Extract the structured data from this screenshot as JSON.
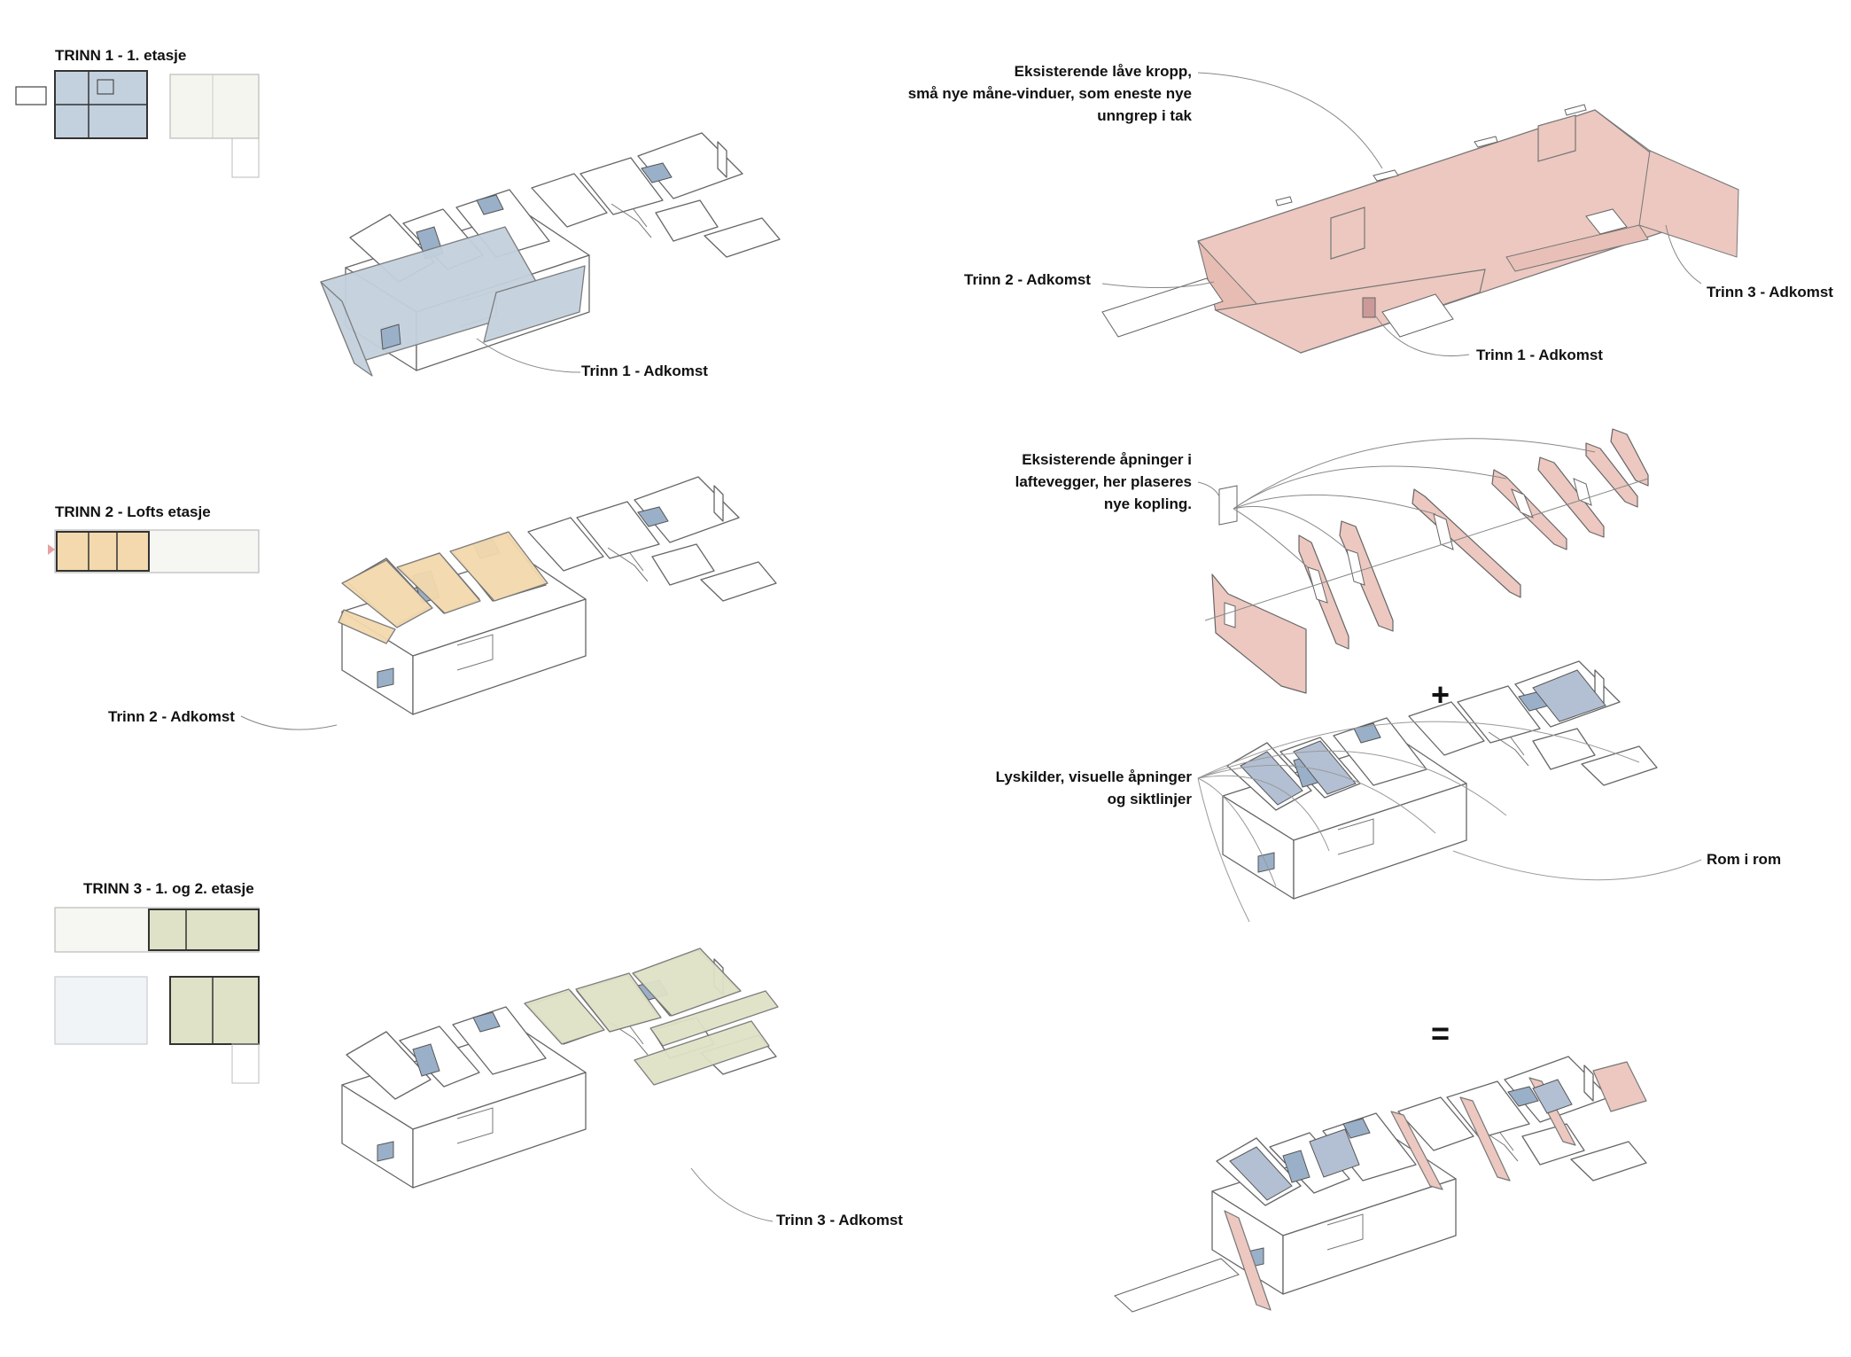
{
  "colors": {
    "stage1": "#c3d1de",
    "stage2": "#f3d9ad",
    "stage3": "#dfe2c6",
    "existing": "#ecc8c0",
    "glazing": "#b3c0d3",
    "line": "#5a5a5a"
  },
  "left": {
    "stage1": {
      "heading": "TRINN 1 - 1. etasje",
      "access": "Trinn 1 - Adkomst"
    },
    "stage2": {
      "heading": "TRINN 2 - Lofts etasje",
      "access": "Trinn 2 - Adkomst"
    },
    "stage3": {
      "heading": "TRINN 3 - 1. og 2. etasje",
      "access": "Trinn 3 - Adkomst"
    }
  },
  "right": {
    "barn": {
      "note_line1": "Eksisterende låve kropp,",
      "note_line2": "små nye måne-vinduer, som eneste nye",
      "note_line3": "unngrep i tak",
      "access2": "Trinn 2 - Adkomst",
      "access3": "Trinn 3 - Adkomst",
      "access1": "Trinn 1 - Adkomst"
    },
    "walls": {
      "note_line1": "Eksisterende åpninger i",
      "note_line2": "laftevegger, her plaseres",
      "note_line3": "nye kopling."
    },
    "plus": "+",
    "light": {
      "note_line1": "Lyskilder, visuelle åpninger",
      "note_line2": "og siktlinjer",
      "room": "Rom i rom"
    },
    "equals": "="
  }
}
